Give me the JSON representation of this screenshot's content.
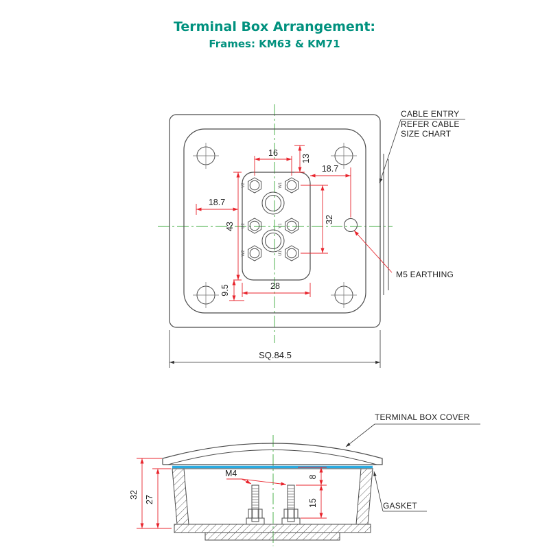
{
  "title": "Terminal Box Arrangement:",
  "subtitle": "Frames: KM63 & KM71",
  "colors": {
    "title_teal": "#00917e",
    "dimension_red": "#e8242c",
    "centerline_green": "#3aa83a",
    "gasket_blue": "#29abe2",
    "line_gray": "#4a4a4a"
  },
  "top_view": {
    "dim_16": "16",
    "dim_13": "13",
    "dim_18_7_left": "18.7",
    "dim_18_7_right": "18.7",
    "dim_32": "32",
    "dim_43": "43",
    "dim_28": "28",
    "dim_9_5": "9.5",
    "dim_square": "SQ.84.5",
    "label_cable_entry_line1": "CABLE ENTRY",
    "label_cable_entry_line2": "REFER CABLE",
    "label_cable_entry_line3": "SIZE CHART",
    "label_earthing": "M5 EARTHING",
    "terminals": [
      "V2",
      "U2",
      "W2",
      "W1",
      "V1",
      "U1"
    ]
  },
  "side_view": {
    "dim_32": "32",
    "dim_27": "27",
    "dim_m4": "M4",
    "dim_8": "8",
    "dim_15": "15",
    "label_cover": "TERMINAL BOX COVER",
    "label_gasket": "GASKET"
  }
}
